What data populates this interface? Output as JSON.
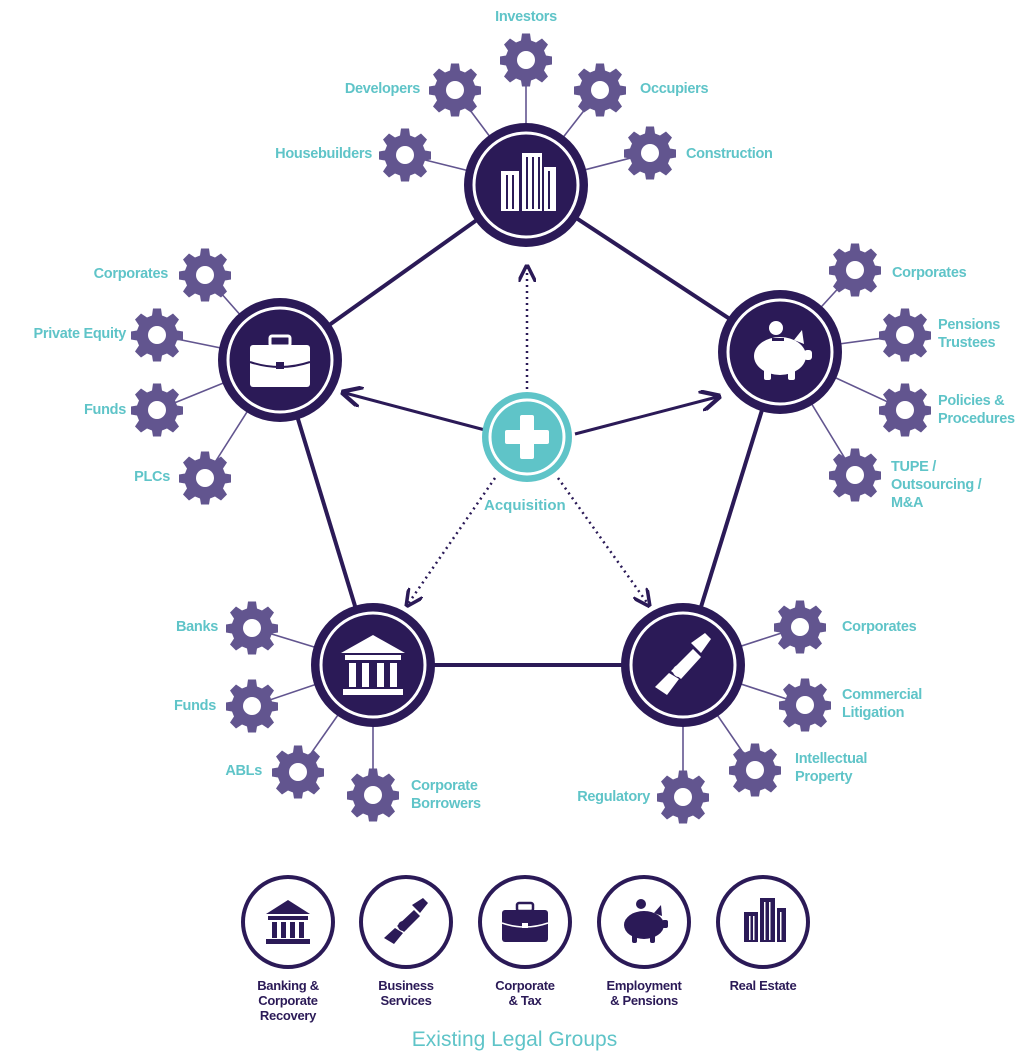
{
  "colors": {
    "dark_purple": "#2b1a57",
    "cog_purple": "#62558f",
    "teal": "#5fc4c8"
  },
  "center": {
    "label": "Acquisition",
    "icon": "plus-icon"
  },
  "hubs": [
    {
      "id": "real-estate",
      "icon": "buildings-icon",
      "satellites": [
        "Investors",
        "Developers",
        "Occupiers",
        "Housebuilders",
        "Construction"
      ]
    },
    {
      "id": "corporate-tax",
      "icon": "briefcase-icon",
      "satellites": [
        "Corporates",
        "Private Equity",
        "Funds",
        "PLCs"
      ]
    },
    {
      "id": "employment-pensions",
      "icon": "piggy-bank-icon",
      "satellites": [
        "Corporates",
        "Pensions\nTrustees",
        "Policies &\nProcedures",
        "TUPE /\nOutsourcing /\nM&A"
      ]
    },
    {
      "id": "banking",
      "icon": "bank-icon",
      "satellites": [
        "Banks",
        "Funds",
        "ABLs",
        "Corporate\nBorrowers"
      ]
    },
    {
      "id": "business-services",
      "icon": "handshake-icon",
      "satellites": [
        "Corporates",
        "Commercial\nLitigation",
        "Intellectual\nProperty",
        "Regulatory"
      ]
    }
  ],
  "legend": {
    "title": "Existing Legal Groups",
    "items": [
      {
        "label": "Banking &\nCorporate\nRecovery",
        "icon": "bank-icon"
      },
      {
        "label": "Business\nServices",
        "icon": "handshake-icon"
      },
      {
        "label": "Corporate\n& Tax",
        "icon": "briefcase-icon"
      },
      {
        "label": "Employment\n& Pensions",
        "icon": "piggy-bank-icon"
      },
      {
        "label": "Real Estate",
        "icon": "buildings-icon"
      }
    ]
  }
}
